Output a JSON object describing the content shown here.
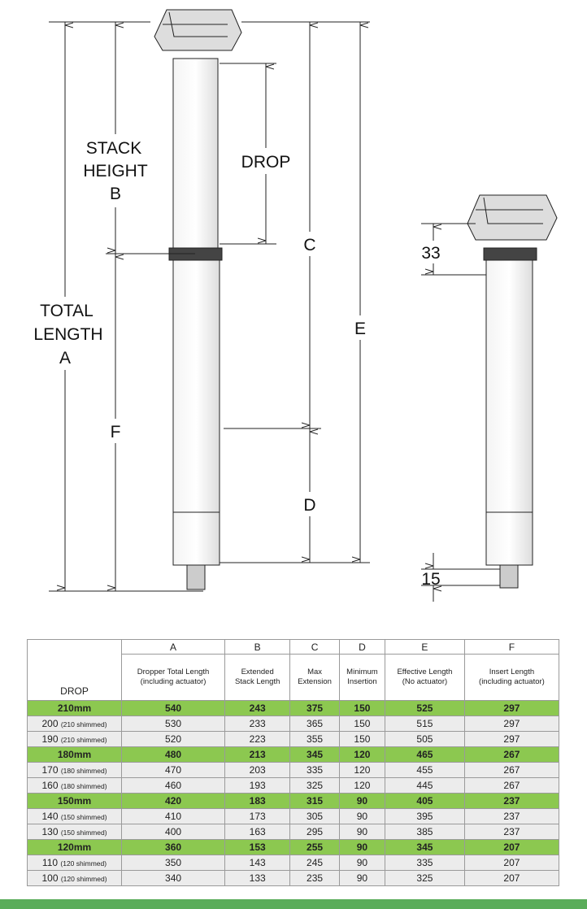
{
  "diagram": {
    "stack_height": "STACK",
    "stack_height2": "HEIGHT",
    "b": "B",
    "drop": "DROP",
    "c": "C",
    "total": "TOTAL",
    "total2": "LENGTH",
    "a": "A",
    "e": "E",
    "f": "F",
    "d": "D",
    "dim33": "33",
    "dim15": "15"
  },
  "table": {
    "letters": [
      "A",
      "B",
      "C",
      "D",
      "E",
      "F"
    ],
    "drop_header": "DROP",
    "descriptions": [
      [
        "Dropper Total Length",
        "(including actuator)"
      ],
      [
        "Extended",
        "Stack Length"
      ],
      [
        "Max",
        "Extension"
      ],
      [
        "Minimum",
        "Insertion"
      ],
      [
        "Effective Length",
        "(No actuator)"
      ],
      [
        "Insert Length",
        "(including actuator)"
      ]
    ],
    "rows": [
      {
        "drop": "210mm",
        "note": "",
        "highlight": true,
        "values": [
          "540",
          "243",
          "375",
          "150",
          "525",
          "297"
        ]
      },
      {
        "drop": "200",
        "note": "(210 shimmed)",
        "highlight": false,
        "values": [
          "530",
          "233",
          "365",
          "150",
          "515",
          "297"
        ]
      },
      {
        "drop": "190",
        "note": "(210 shimmed)",
        "highlight": false,
        "values": [
          "520",
          "223",
          "355",
          "150",
          "505",
          "297"
        ]
      },
      {
        "drop": "180mm",
        "note": "",
        "highlight": true,
        "values": [
          "480",
          "213",
          "345",
          "120",
          "465",
          "267"
        ]
      },
      {
        "drop": "170",
        "note": "(180 shimmed)",
        "highlight": false,
        "values": [
          "470",
          "203",
          "335",
          "120",
          "455",
          "267"
        ]
      },
      {
        "drop": "160",
        "note": "(180 shimmed)",
        "highlight": false,
        "values": [
          "460",
          "193",
          "325",
          "120",
          "445",
          "267"
        ]
      },
      {
        "drop": "150mm",
        "note": "",
        "highlight": true,
        "values": [
          "420",
          "183",
          "315",
          "90",
          "405",
          "237"
        ]
      },
      {
        "drop": "140",
        "note": "(150 shimmed)",
        "highlight": false,
        "values": [
          "410",
          "173",
          "305",
          "90",
          "395",
          "237"
        ]
      },
      {
        "drop": "130",
        "note": "(150 shimmed)",
        "highlight": false,
        "values": [
          "400",
          "163",
          "295",
          "90",
          "385",
          "237"
        ]
      },
      {
        "drop": "120mm",
        "note": "",
        "highlight": true,
        "values": [
          "360",
          "153",
          "255",
          "90",
          "345",
          "207"
        ]
      },
      {
        "drop": "110",
        "note": "(120 shimmed)",
        "highlight": false,
        "values": [
          "350",
          "143",
          "245",
          "90",
          "335",
          "207"
        ]
      },
      {
        "drop": "100",
        "note": "(120 shimmed)",
        "highlight": false,
        "values": [
          "340",
          "133",
          "235",
          "90",
          "325",
          "207"
        ]
      }
    ]
  },
  "colors": {
    "highlight": "#8cc850",
    "band": "#5aad5a"
  }
}
